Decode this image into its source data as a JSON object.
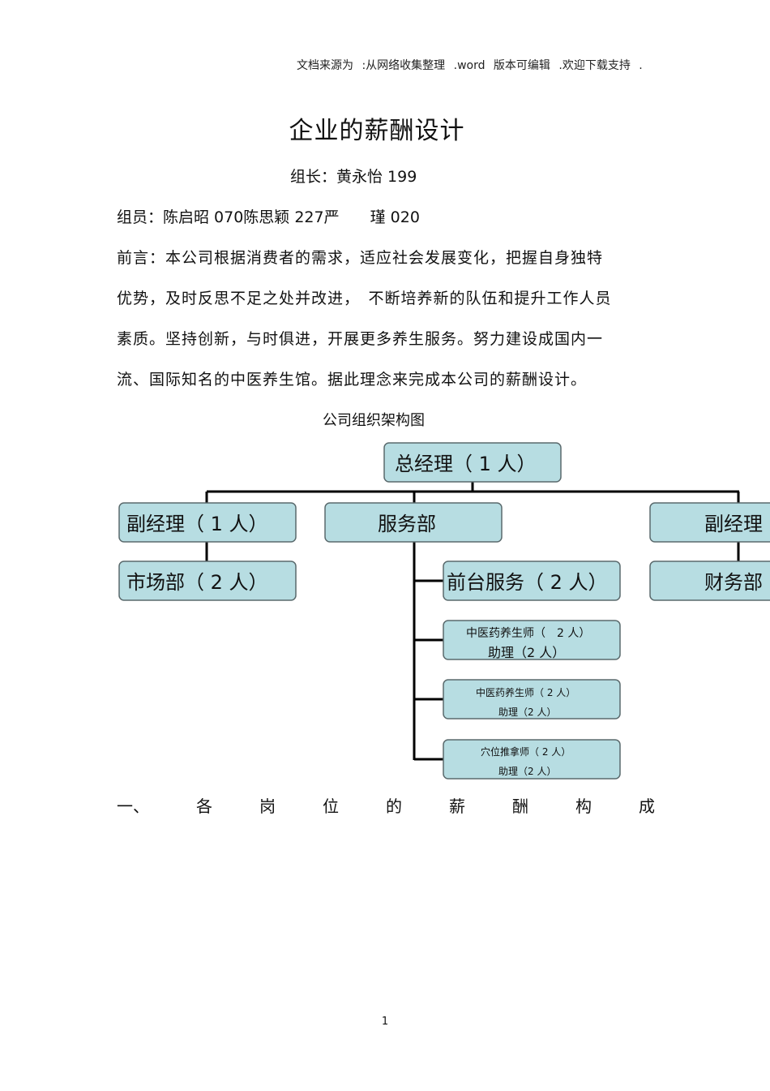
{
  "header": {
    "source_note": "文档来源为 :从网络收集整理 .word 版本可编辑 .欢迎下载支持 ."
  },
  "document": {
    "title": "企业的薪酬设计",
    "leader": "组长：黄永怡 199",
    "members": "组员：陈启昭 070陈思颖 227严　　瑾 020",
    "preface_lines": [
      "前言：本公司根据消费者的需求，适应社会发展变化，把握自身独特",
      "优势，及时反思不足之处并改进，　不断培养新的队伍和提升工作人员",
      "素质。坚持创新，与时俱进，开展更多养生服务。努力建设成国内一",
      "流、国际知名的中医养生馆。据此理念来完成本公司的薪酬设计。"
    ],
    "org_chart_title": "公司组织架构图",
    "section_heading_chars": [
      "一、",
      "各",
      "岗",
      "位",
      "的",
      "薪",
      "酬",
      "构",
      "成"
    ],
    "page_number": "1"
  },
  "org_chart": {
    "general_manager": "总经理（ 1 人）",
    "deputy_left": "副经理（ 1 人）",
    "service_dept": "服务部",
    "deputy_right": "副经理",
    "marketing": "市场部（ 2 人）",
    "front_desk": "前台服务（ 2 人）",
    "finance": "财务部",
    "tcm_1": {
      "line1": "中医药养生师（　2 人）",
      "line2": "助理（2 人）"
    },
    "tcm_2": {
      "line1": "中医药养生师（ 2 人）",
      "line2": "助理（2 人）"
    },
    "acupoint": {
      "line1": "穴位推拿师（ 2 人）",
      "line2": "助理（2 人）"
    }
  }
}
